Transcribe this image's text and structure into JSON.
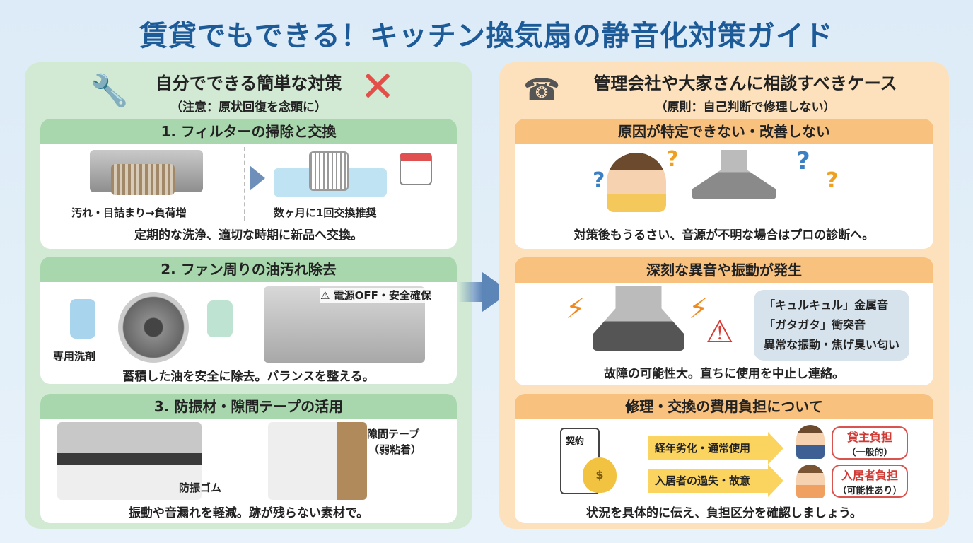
{
  "title": "賃貸でもできる！キッチン換気扇の静音化対策ガイド",
  "left": {
    "title": "自分でできる簡単な対策",
    "subtitle": "（注意：原状回復を念頭に）",
    "sections": [
      {
        "heading": "1. フィルターの掃除と交換",
        "labels": [
          "汚れ・目詰まり→負荷増",
          "数ヶ月に1回交換推奨"
        ],
        "caption": "定期的な洗浄、適切な時期に新品へ交換。"
      },
      {
        "heading": "2. ファン周りの油汚れ除去",
        "labels": [
          "専用洗剤",
          "⚠ 電源OFF・安全確保"
        ],
        "caption": "蓄積した油を安全に除去。バランスを整える。"
      },
      {
        "heading": "3. 防振材・隙間テープの活用",
        "labels": [
          "防振ゴム",
          "隙間テープ",
          "（弱粘着）"
        ],
        "caption": "振動や音漏れを軽減。跡が残らない素材で。"
      }
    ]
  },
  "right": {
    "title": "管理会社や大家さんに相談すべきケース",
    "subtitle": "（原則：自己判断で修理しない）",
    "sections": [
      {
        "heading": "原因が特定できない・改善しない",
        "caption": "対策後もうるさい、音源が不明な場合はプロの診断へ。"
      },
      {
        "heading": "深刻な異音や振動が発生",
        "bubble": [
          "「キュルキュル」金属音",
          "「ガタガタ」衝突音",
          "異常な振動・焦げ臭い匂い"
        ],
        "caption": "故障の可能性大。直ちに使用を中止し連絡。"
      },
      {
        "heading": "修理・交換の費用負担について",
        "contract": "契約",
        "rows": [
          {
            "cause": "経年劣化・通常使用",
            "payer": "貸主負担",
            "note": "（一般的）"
          },
          {
            "cause": "入居者の過失・故意",
            "payer": "入居者負担",
            "note": "（可能性あり）"
          }
        ],
        "caption": "状況を具体的に伝え、負担区分を確認しましょう。"
      }
    ]
  },
  "colors": {
    "title": "#1d5a98",
    "left_bg": "#d2ead4",
    "right_bg": "#fce1bc",
    "left_header": "#a9d7ad",
    "right_header": "#f8c17e",
    "accent_red": "#d9534f"
  }
}
